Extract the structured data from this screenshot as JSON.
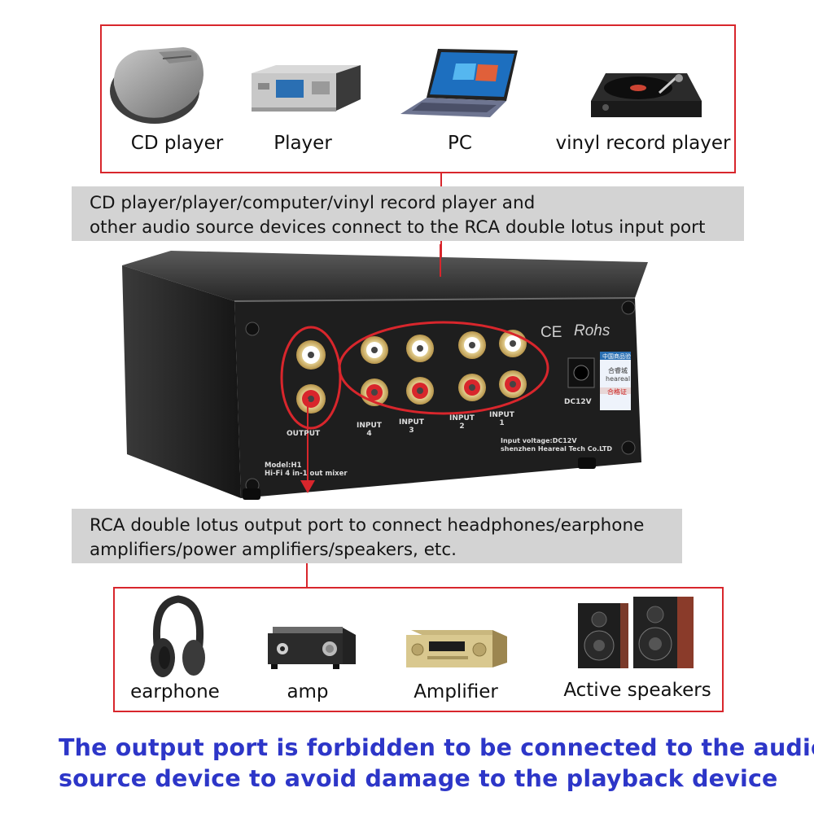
{
  "source_devices": [
    {
      "id": "cd-player",
      "label": "CD player",
      "icon": "cd-player-icon"
    },
    {
      "id": "player",
      "label": "Player",
      "icon": "media-player-icon"
    },
    {
      "id": "pc",
      "label": "PC",
      "icon": "laptop-icon"
    },
    {
      "id": "vinyl",
      "label": "vinyl record player",
      "icon": "turntable-icon"
    }
  ],
  "input_note": {
    "line1": "CD player/player/computer/vinyl record player and",
    "line2": "other audio source devices connect to the RCA double lotus input port"
  },
  "mixer": {
    "output_label": "OUTPUT",
    "inputs": [
      {
        "label": "INPUT",
        "num": "4"
      },
      {
        "label": "INPUT",
        "num": "3"
      },
      {
        "label": "INPUT",
        "num": "2"
      },
      {
        "label": "INPUT",
        "num": "1"
      }
    ],
    "cert_ce": "CE",
    "cert_rohs": "Rohs",
    "power_label": "DC12V",
    "model_line1": "Model:H1",
    "model_line2": "Hi-Fi 4 in-1 out mixer",
    "maker_line1": "Input voltage:DC12V",
    "maker_line2": "shenzhen Heareal Tech Co.LTD",
    "sticker_brand": "heareal",
    "sticker_top": "中国商品验",
    "sticker_cn": "合睿城",
    "sticker_red": "合格证"
  },
  "output_note": {
    "line1": "RCA double lotus output port to connect headphones/earphone",
    "line2": "amplifiers/power amplifiers/speakers, etc."
  },
  "output_devices": [
    {
      "id": "earphone",
      "label": "earphone",
      "icon": "headphones-icon"
    },
    {
      "id": "amp",
      "label": "amp",
      "icon": "headphone-amp-icon"
    },
    {
      "id": "amplifier",
      "label": "Amplifier",
      "icon": "av-receiver-icon"
    },
    {
      "id": "speakers",
      "label": "Active speakers",
      "icon": "speakers-icon"
    }
  ],
  "warning": {
    "line1": "The output port is forbidden to be connected to the audio",
    "line2": "source device to avoid damage to the playback device"
  },
  "colors": {
    "frame": "#d8262c",
    "band": "#d3d3d3",
    "warning": "#2d36c8",
    "chassis": "#1f1f1f"
  }
}
